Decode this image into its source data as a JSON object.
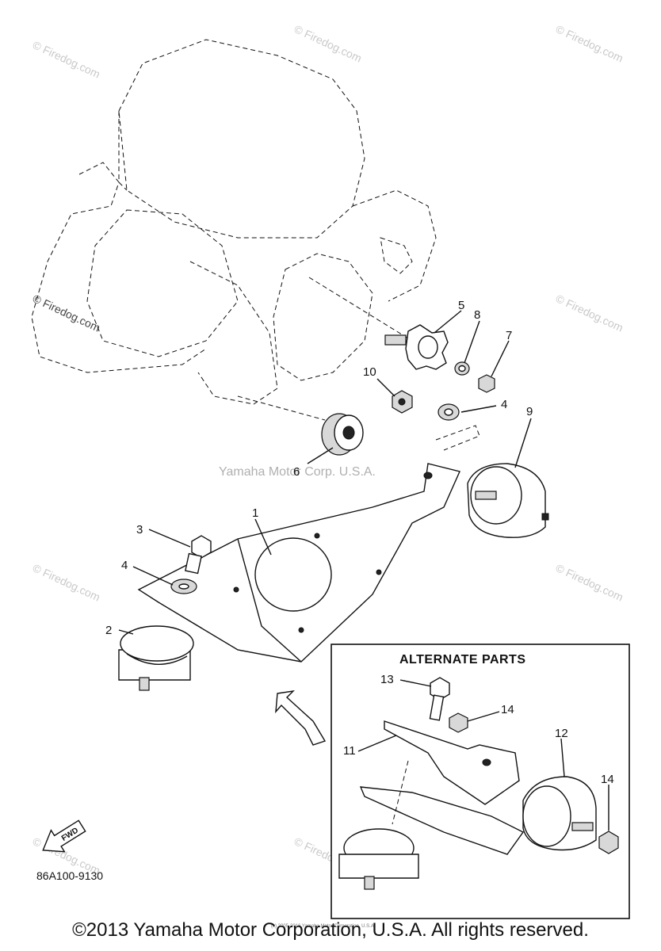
{
  "watermarks": {
    "firedog": "© Firedog.com",
    "inline": "Yamaha Motor Corp. U.S.A."
  },
  "callouts": {
    "c1": "1",
    "c2": "2",
    "c3": "3",
    "c4a": "4",
    "c4b": "4",
    "c5": "5",
    "c6": "6",
    "c7": "7",
    "c8": "8",
    "c9": "9",
    "c10": "10",
    "c11": "11",
    "c12": "12",
    "c13": "13",
    "c14a": "14",
    "c14b": "14"
  },
  "alternate_parts": {
    "title": "ALTERNATE PARTS"
  },
  "fwd_label": "FWD",
  "diagram_code": "86A100-9130",
  "tiny_notice": "(c) 2005-2016 Yamaha Motor Corporation, U.S.A.",
  "copyright": "©2013 Yamaha Motor Corporation, U.S.A. All rights reserved."
}
